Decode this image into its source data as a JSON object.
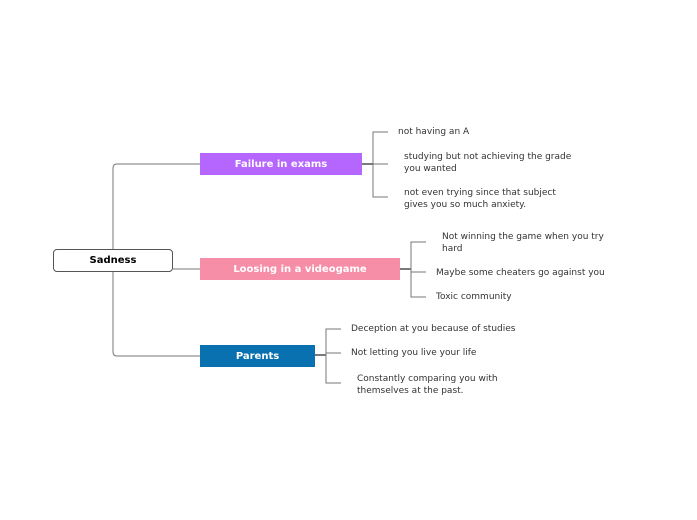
{
  "root": {
    "label": "Sadness"
  },
  "branches": [
    {
      "label": "Failure in exams",
      "color": "#b566ff",
      "children": [
        "not having an A",
        "studying but not achieving the grade\nyou wanted",
        "not even trying since that subject\ngives you so much anxiety."
      ]
    },
    {
      "label": "Loosing in a videogame",
      "color": "#f78ea8",
      "children": [
        "Not winning the game when you try\nhard",
        "Maybe some cheaters go against you",
        "Toxic community"
      ]
    },
    {
      "label": "Parents",
      "color": "#0a71b0",
      "children": [
        "Deception at you because of studies",
        "Not letting you live your life",
        "Constantly comparing you with\nthemselves at the past."
      ]
    }
  ]
}
